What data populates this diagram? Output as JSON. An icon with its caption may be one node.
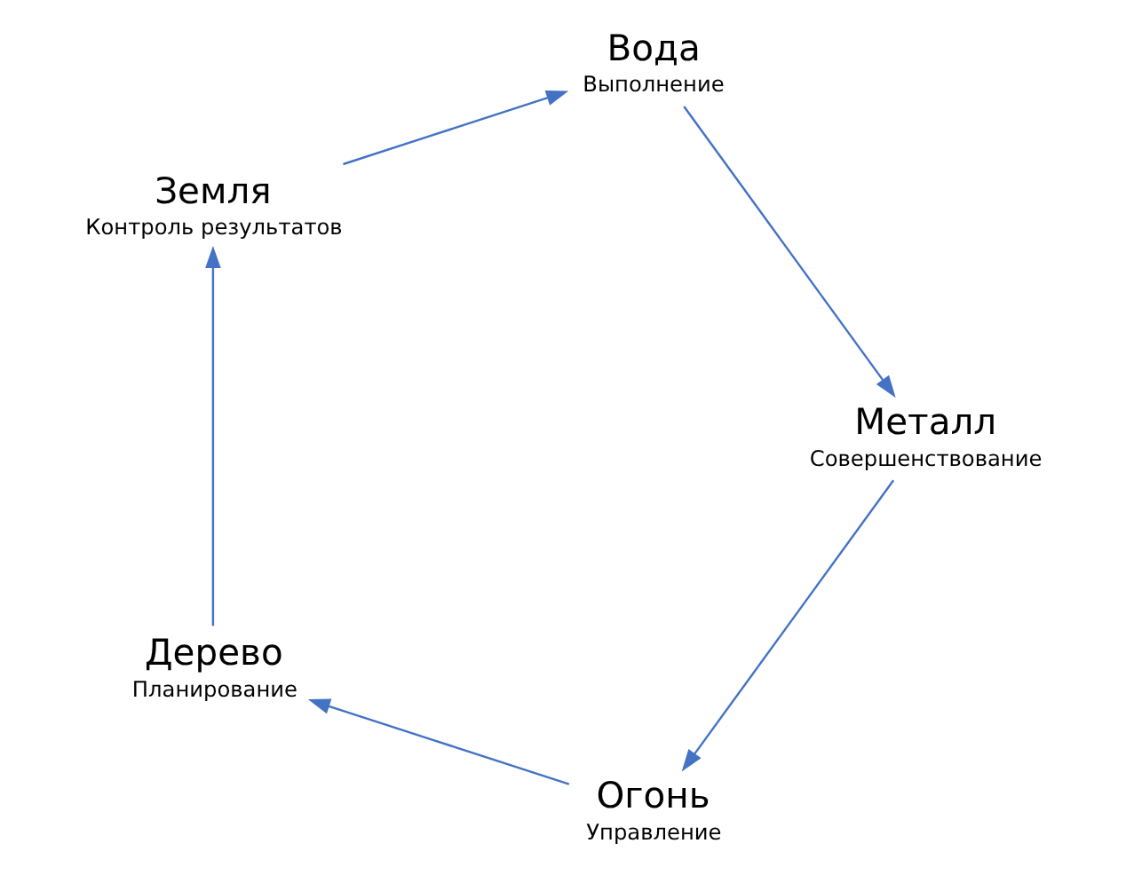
{
  "diagram": {
    "nodes": [
      {
        "text": [
          "Огонь",
          "Управление"
        ]
      },
      {
        "text": [
          "Вода",
          "Выполнение"
        ]
      },
      {
        "text": [
          "Земля",
          "Контроль результатов"
        ]
      },
      {
        "text": [
          "Дерево",
          "Планирование"
        ]
      },
      {
        "text": [
          "Металл",
          "Совершенствование"
        ]
      }
    ],
    "edges": [
      {
        "from": 3,
        "to": 2,
        "arrow": "to"
      },
      {
        "from": 2,
        "to": 1,
        "arrow": "to"
      },
      {
        "from": 1,
        "to": 4,
        "arrow": "to"
      },
      {
        "from": 4,
        "to": 0,
        "arrow": "to"
      },
      {
        "from": 0,
        "to": 3,
        "arrow": "to"
      }
    ]
  }
}
